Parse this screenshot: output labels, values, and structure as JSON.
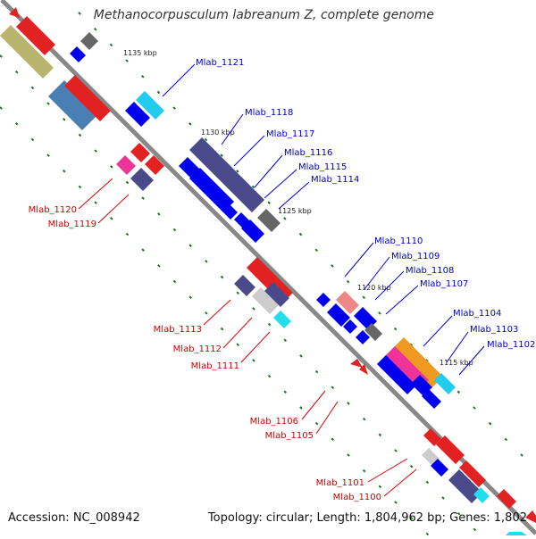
{
  "header": {
    "title": "Methanocorpusculum labreanum Z, complete genome"
  },
  "footer": {
    "accession": "Accession: NC_008942",
    "topology": "Topology: circular; Length: 1,804,962 bp; Genes: 1,802"
  },
  "colors": {
    "forward": "#0000ee",
    "reverse": "#dd0000",
    "backbone": "#888888",
    "tick": "#228822"
  },
  "scale_markers": [
    "1135 kbp",
    "1130 kbp",
    "1125 kbp",
    "1120 kbp",
    "1115 kbp"
  ],
  "genes_forward": [
    "Mlab_1121",
    "Mlab_1118",
    "Mlab_1117",
    "Mlab_1116",
    "Mlab_1115",
    "Mlab_1114",
    "Mlab_1110",
    "Mlab_1109",
    "Mlab_1108",
    "Mlab_1107",
    "Mlab_1104",
    "Mlab_1103",
    "Mlab_1102"
  ],
  "genes_reverse": [
    "Mlab_1120",
    "Mlab_1119",
    "Mlab_1113",
    "Mlab_1112",
    "Mlab_1111",
    "Mlab_1106",
    "Mlab_1105",
    "Mlab_1101",
    "Mlab_1100"
  ]
}
